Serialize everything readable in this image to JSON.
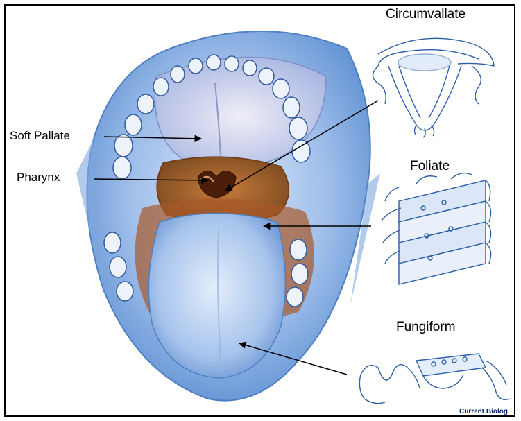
{
  "labels": {
    "soft_pallate": "Soft Pallate",
    "pharynx": "Pharynx",
    "circumvallate": "Circumvallate",
    "foliate": "Foliate",
    "fungiform": "Fungiform"
  },
  "credit": "Current Biolog",
  "colors": {
    "jaw_blue": "#8fb6e8",
    "jaw_edge": "#4e7fc4",
    "tongue": "#b8d2ef",
    "pharynx_dark": "#7a3a12",
    "gum_rust": "#a8582a",
    "papilla_line": "#2c5ea8"
  }
}
